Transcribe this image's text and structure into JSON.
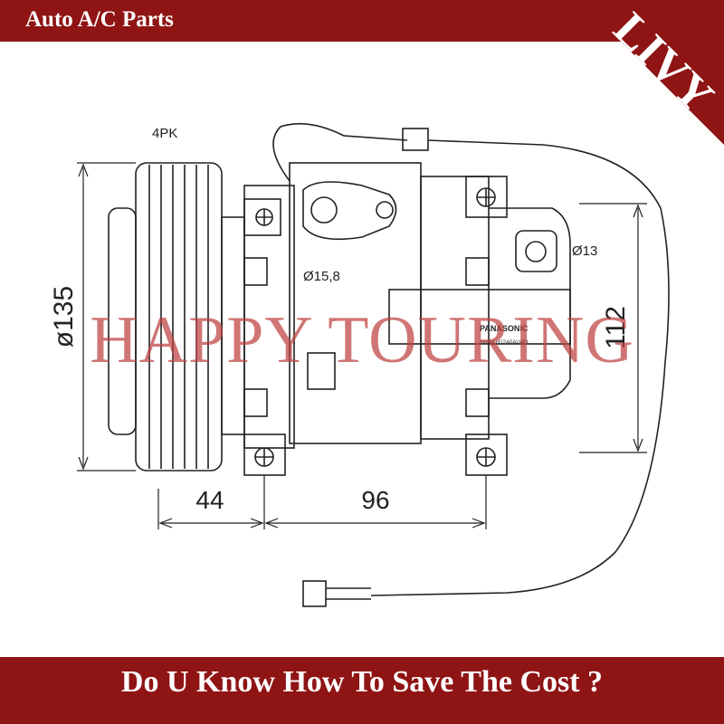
{
  "top_banner": {
    "store_name": "Auto A/C Parts",
    "color": "#8f1414"
  },
  "corner_logo": {
    "text": "LIVY",
    "color": "#8f1414"
  },
  "watermark": {
    "text": "HAPPY TOURING"
  },
  "bottom_banner": {
    "tagline": "Do U Know How To Save The Cost ?"
  },
  "drawing": {
    "pulley_label": "4PK",
    "diameter_label": "ø135",
    "height_label": "112",
    "suction_port_label": "Ø15,8",
    "discharge_port_label": "Ø13",
    "width_left_label": "44",
    "width_right_label": "96",
    "nameplate_brand": "PANASONIC",
    "nameplate_model": "Model H12A0AU4EL"
  }
}
